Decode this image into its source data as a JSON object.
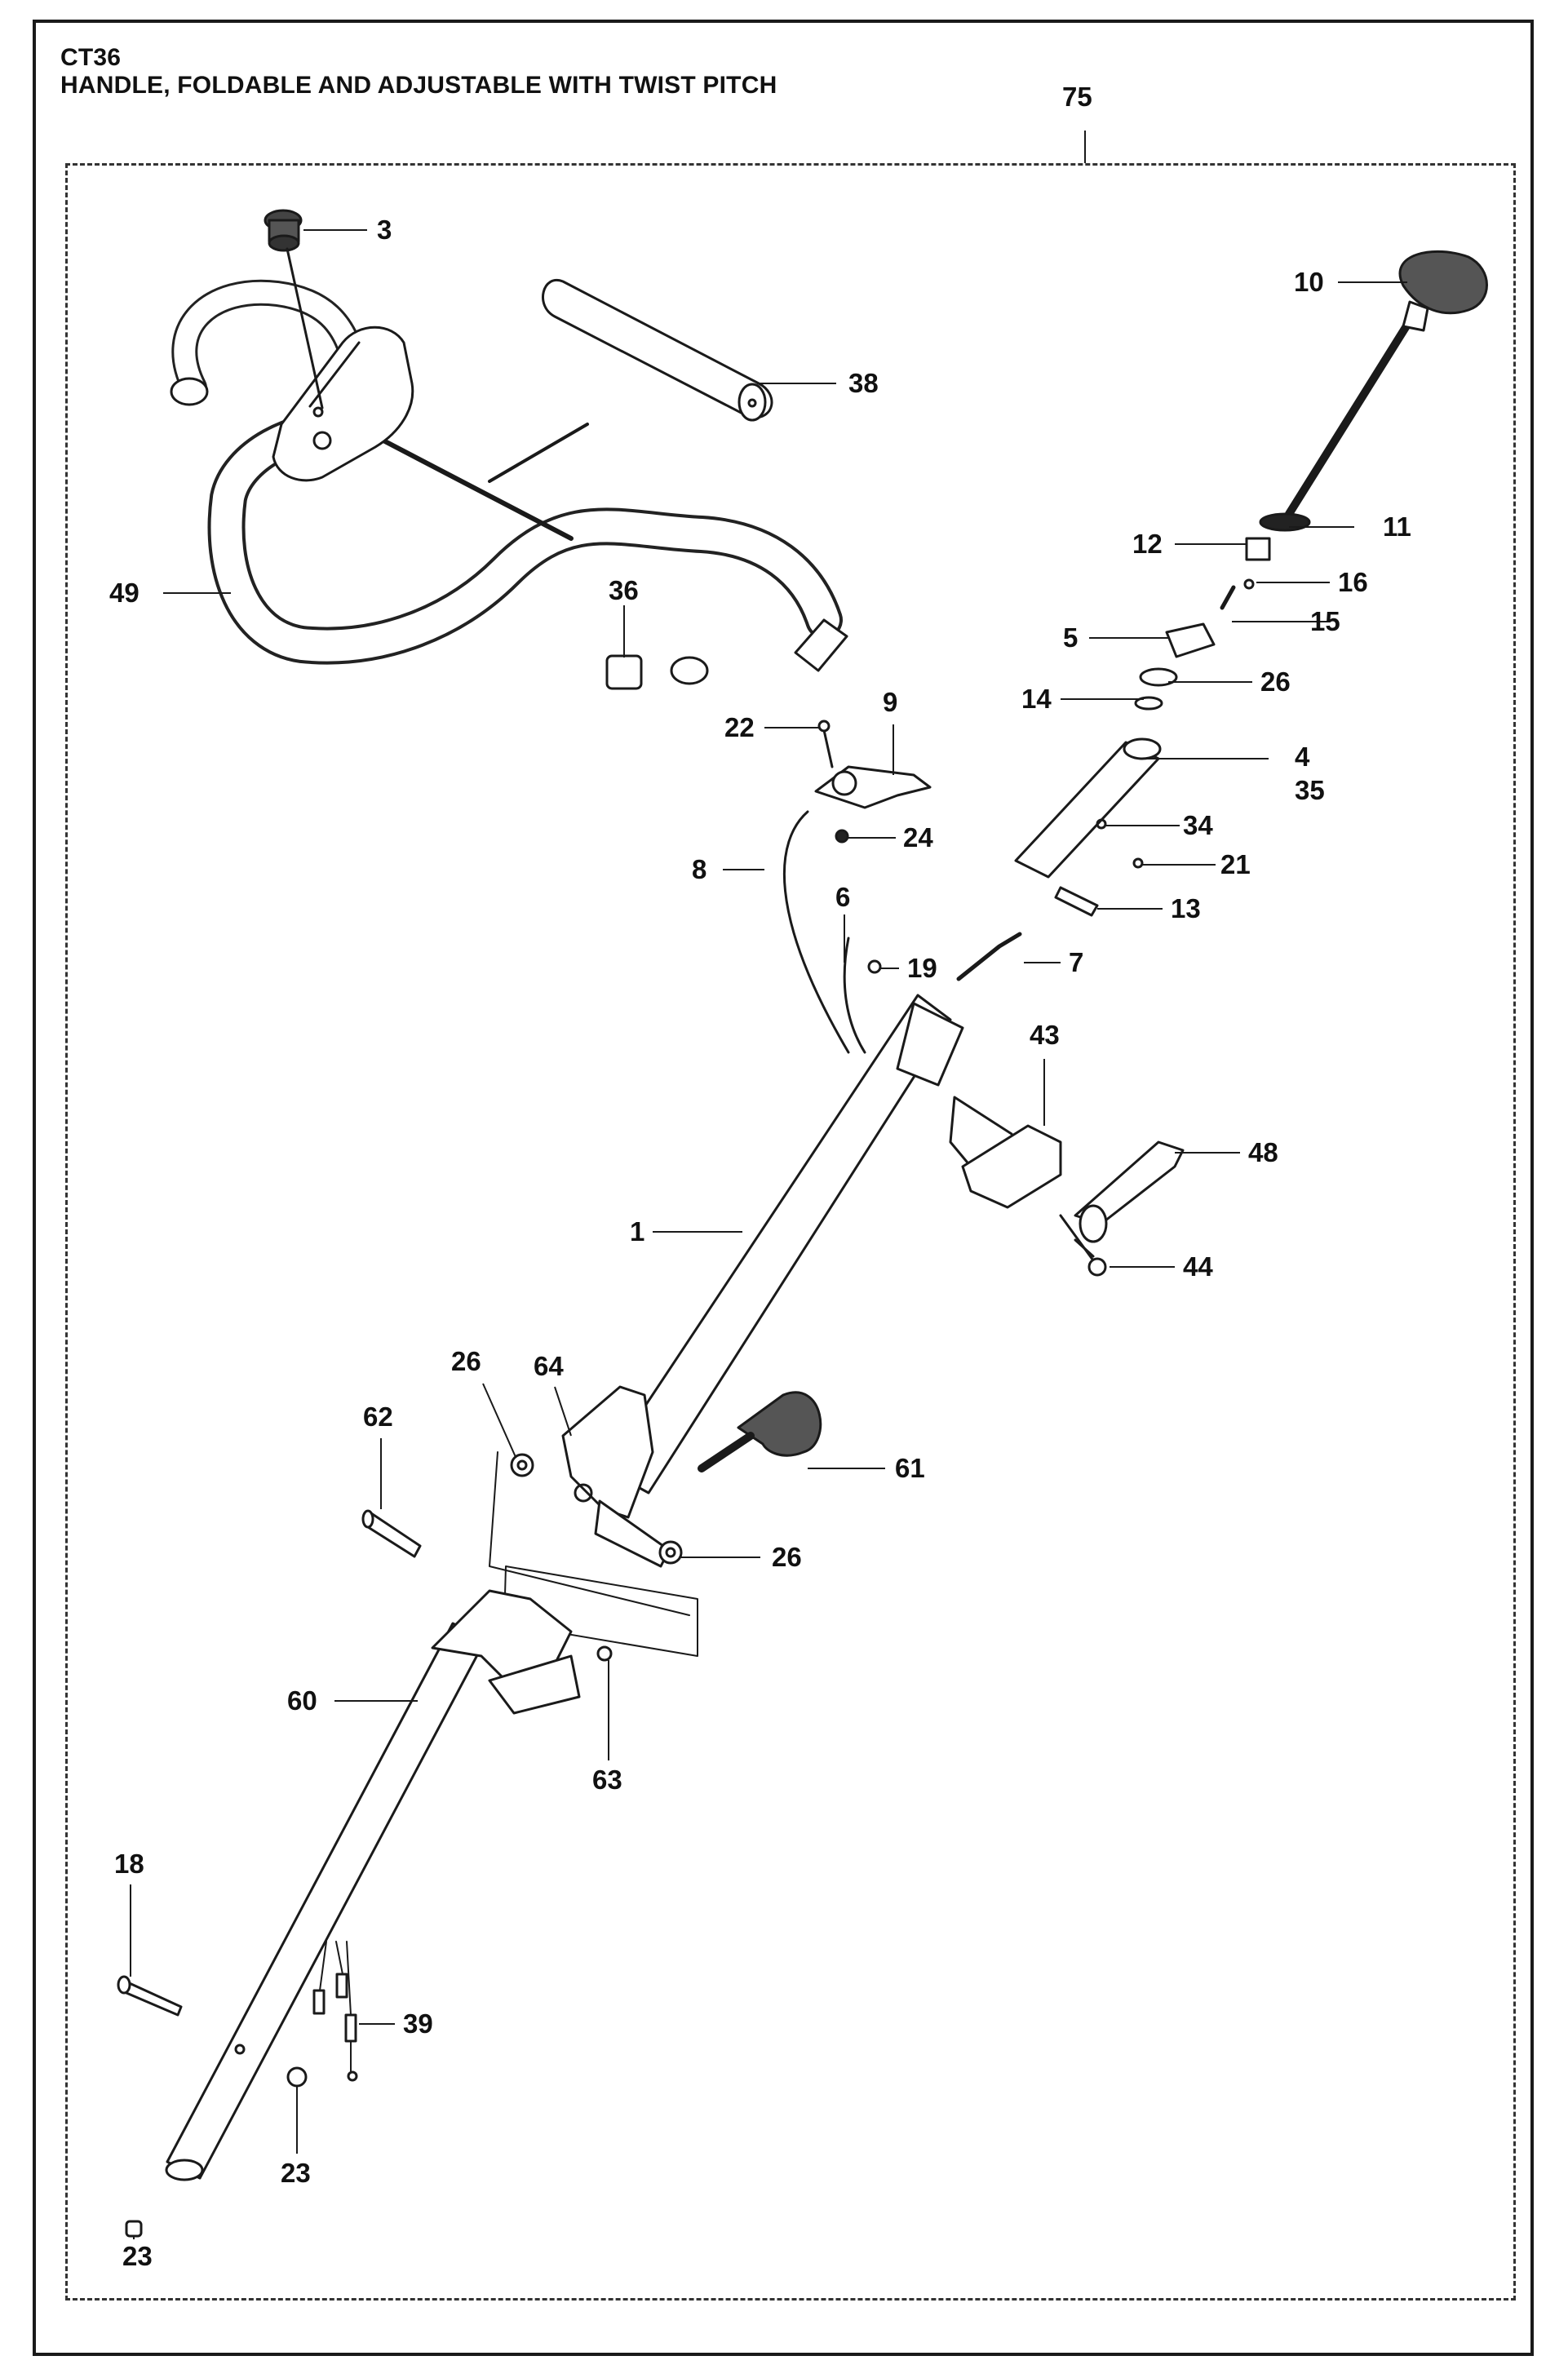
{
  "header": {
    "code": "CT36",
    "title": "HANDLE, FOLDABLE AND ADJUSTABLE WITH TWIST PITCH"
  },
  "callouts": [
    {
      "id": "c75",
      "label": "75"
    },
    {
      "id": "c3",
      "label": "3"
    },
    {
      "id": "c38",
      "label": "38"
    },
    {
      "id": "c49",
      "label": "49"
    },
    {
      "id": "c36",
      "label": "36"
    },
    {
      "id": "c10",
      "label": "10"
    },
    {
      "id": "c11",
      "label": "11"
    },
    {
      "id": "c12",
      "label": "12"
    },
    {
      "id": "c16",
      "label": "16"
    },
    {
      "id": "c15",
      "label": "15"
    },
    {
      "id": "c5",
      "label": "5"
    },
    {
      "id": "c26a",
      "label": "26"
    },
    {
      "id": "c14",
      "label": "14"
    },
    {
      "id": "c4",
      "label": "4"
    },
    {
      "id": "c35",
      "label": "35"
    },
    {
      "id": "c34",
      "label": "34"
    },
    {
      "id": "c21",
      "label": "21"
    },
    {
      "id": "c13",
      "label": "13"
    },
    {
      "id": "c22",
      "label": "22"
    },
    {
      "id": "c9",
      "label": "9"
    },
    {
      "id": "c24",
      "label": "24"
    },
    {
      "id": "c8",
      "label": "8"
    },
    {
      "id": "c6",
      "label": "6"
    },
    {
      "id": "c19",
      "label": "19"
    },
    {
      "id": "c7",
      "label": "7"
    },
    {
      "id": "c43",
      "label": "43"
    },
    {
      "id": "c48",
      "label": "48"
    },
    {
      "id": "c1",
      "label": "1"
    },
    {
      "id": "c44",
      "label": "44"
    },
    {
      "id": "c26b",
      "label": "26"
    },
    {
      "id": "c64",
      "label": "64"
    },
    {
      "id": "c61",
      "label": "61"
    },
    {
      "id": "c62",
      "label": "62"
    },
    {
      "id": "c26c",
      "label": "26"
    },
    {
      "id": "c60",
      "label": "60"
    },
    {
      "id": "c63",
      "label": "63"
    },
    {
      "id": "c18",
      "label": "18"
    },
    {
      "id": "c39",
      "label": "39"
    },
    {
      "id": "c23a",
      "label": "23"
    },
    {
      "id": "c23b",
      "label": "23"
    }
  ]
}
